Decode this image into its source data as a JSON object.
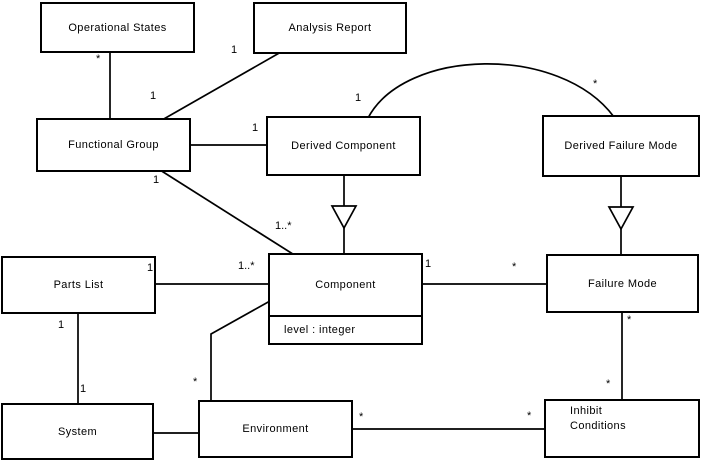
{
  "diagram": {
    "type": "uml-class-diagram",
    "nodes": [
      {
        "id": "operational-states",
        "label": "Operational States"
      },
      {
        "id": "analysis-report",
        "label": "Analysis Report"
      },
      {
        "id": "functional-group",
        "label": "Functional Group"
      },
      {
        "id": "derived-component",
        "label": "Derived Component"
      },
      {
        "id": "derived-failure-mode",
        "label": "Derived Failure Mode"
      },
      {
        "id": "parts-list",
        "label": "Parts List"
      },
      {
        "id": "component",
        "label": "Component",
        "attributes": [
          "level : integer"
        ]
      },
      {
        "id": "failure-mode",
        "label": "Failure Mode"
      },
      {
        "id": "system",
        "label": "System"
      },
      {
        "id": "environment",
        "label": "Environment"
      },
      {
        "id": "inhibit-conditions",
        "label": "Inhibit Conditions",
        "lines": [
          "Inhibit",
          "Conditions"
        ]
      }
    ],
    "relationships": [
      {
        "from": "Operational States",
        "to": "Functional Group",
        "type": "association",
        "from_mult": "*",
        "to_mult": ""
      },
      {
        "from": "Analysis Report",
        "to": "Functional Group",
        "type": "association",
        "from_mult": "1",
        "to_mult": "1"
      },
      {
        "from": "Functional Group",
        "to": "Derived Component",
        "type": "association",
        "from_mult": "",
        "to_mult": "1"
      },
      {
        "from": "Derived Component",
        "to": "Derived Failure Mode",
        "type": "association",
        "from_mult": "1",
        "to_mult": "*"
      },
      {
        "from": "Functional Group",
        "to": "Component",
        "type": "association",
        "from_mult": "1",
        "to_mult": "1..*"
      },
      {
        "from": "Parts List",
        "to": "Component",
        "type": "association",
        "from_mult": "1",
        "to_mult": "1..*"
      },
      {
        "from": "Component",
        "to": "Failure Mode",
        "type": "association",
        "from_mult": "1",
        "to_mult": "*"
      },
      {
        "from": "Parts List",
        "to": "System",
        "type": "association",
        "from_mult": "1",
        "to_mult": "1"
      },
      {
        "from": "System",
        "to": "Environment",
        "type": "association",
        "from_mult": "",
        "to_mult": ""
      },
      {
        "from": "Environment",
        "to": "Component",
        "type": "association",
        "from_mult": "*",
        "to_mult": ""
      },
      {
        "from": "Environment",
        "to": "Inhibit Conditions",
        "type": "association",
        "from_mult": "*",
        "to_mult": "*"
      },
      {
        "from": "Failure Mode",
        "to": "Inhibit Conditions",
        "type": "association",
        "from_mult": "*",
        "to_mult": "*"
      },
      {
        "from": "Derived Component",
        "to": "Component",
        "type": "generalization",
        "from_mult": "",
        "to_mult": ""
      },
      {
        "from": "Derived Failure Mode",
        "to": "Failure Mode",
        "type": "generalization",
        "from_mult": "",
        "to_mult": ""
      }
    ],
    "colors": {
      "line": "#000000",
      "background": "#ffffff",
      "box_fill": "#ffffff"
    }
  }
}
